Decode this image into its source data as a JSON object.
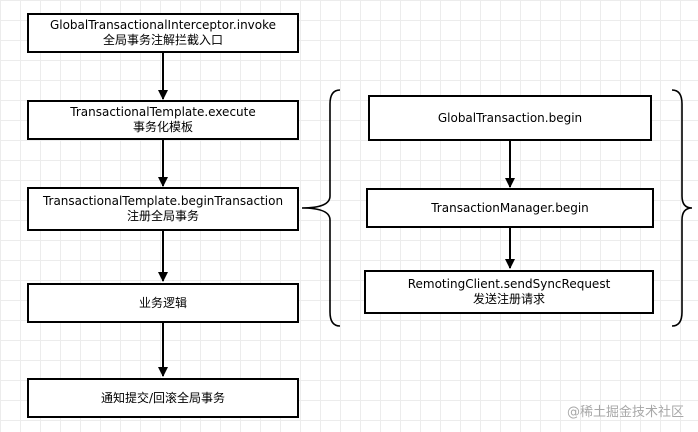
{
  "nodes": {
    "interceptor": {
      "line1": "GlobalTransactionalInterceptor.invoke",
      "line2": "全局事务注解拦截入口"
    },
    "template_execute": {
      "line1": "TransactionalTemplate.execute",
      "line2": "事务化模板"
    },
    "begin_transaction": {
      "line1": "TransactionalTemplate.beginTransaction",
      "line2": "注册全局事务"
    },
    "business_logic": {
      "line1": "业务逻辑"
    },
    "notify": {
      "line1": "通知提交/回滚全局事务"
    },
    "global_begin": {
      "line1": "GlobalTransaction.begin"
    },
    "manager_begin": {
      "line1": "TransactionManager.begin"
    },
    "remoting": {
      "line1": "RemotingClient.sendSyncRequest",
      "line2": "发送注册请求"
    }
  },
  "watermark": "@稀土掘金技术社区"
}
